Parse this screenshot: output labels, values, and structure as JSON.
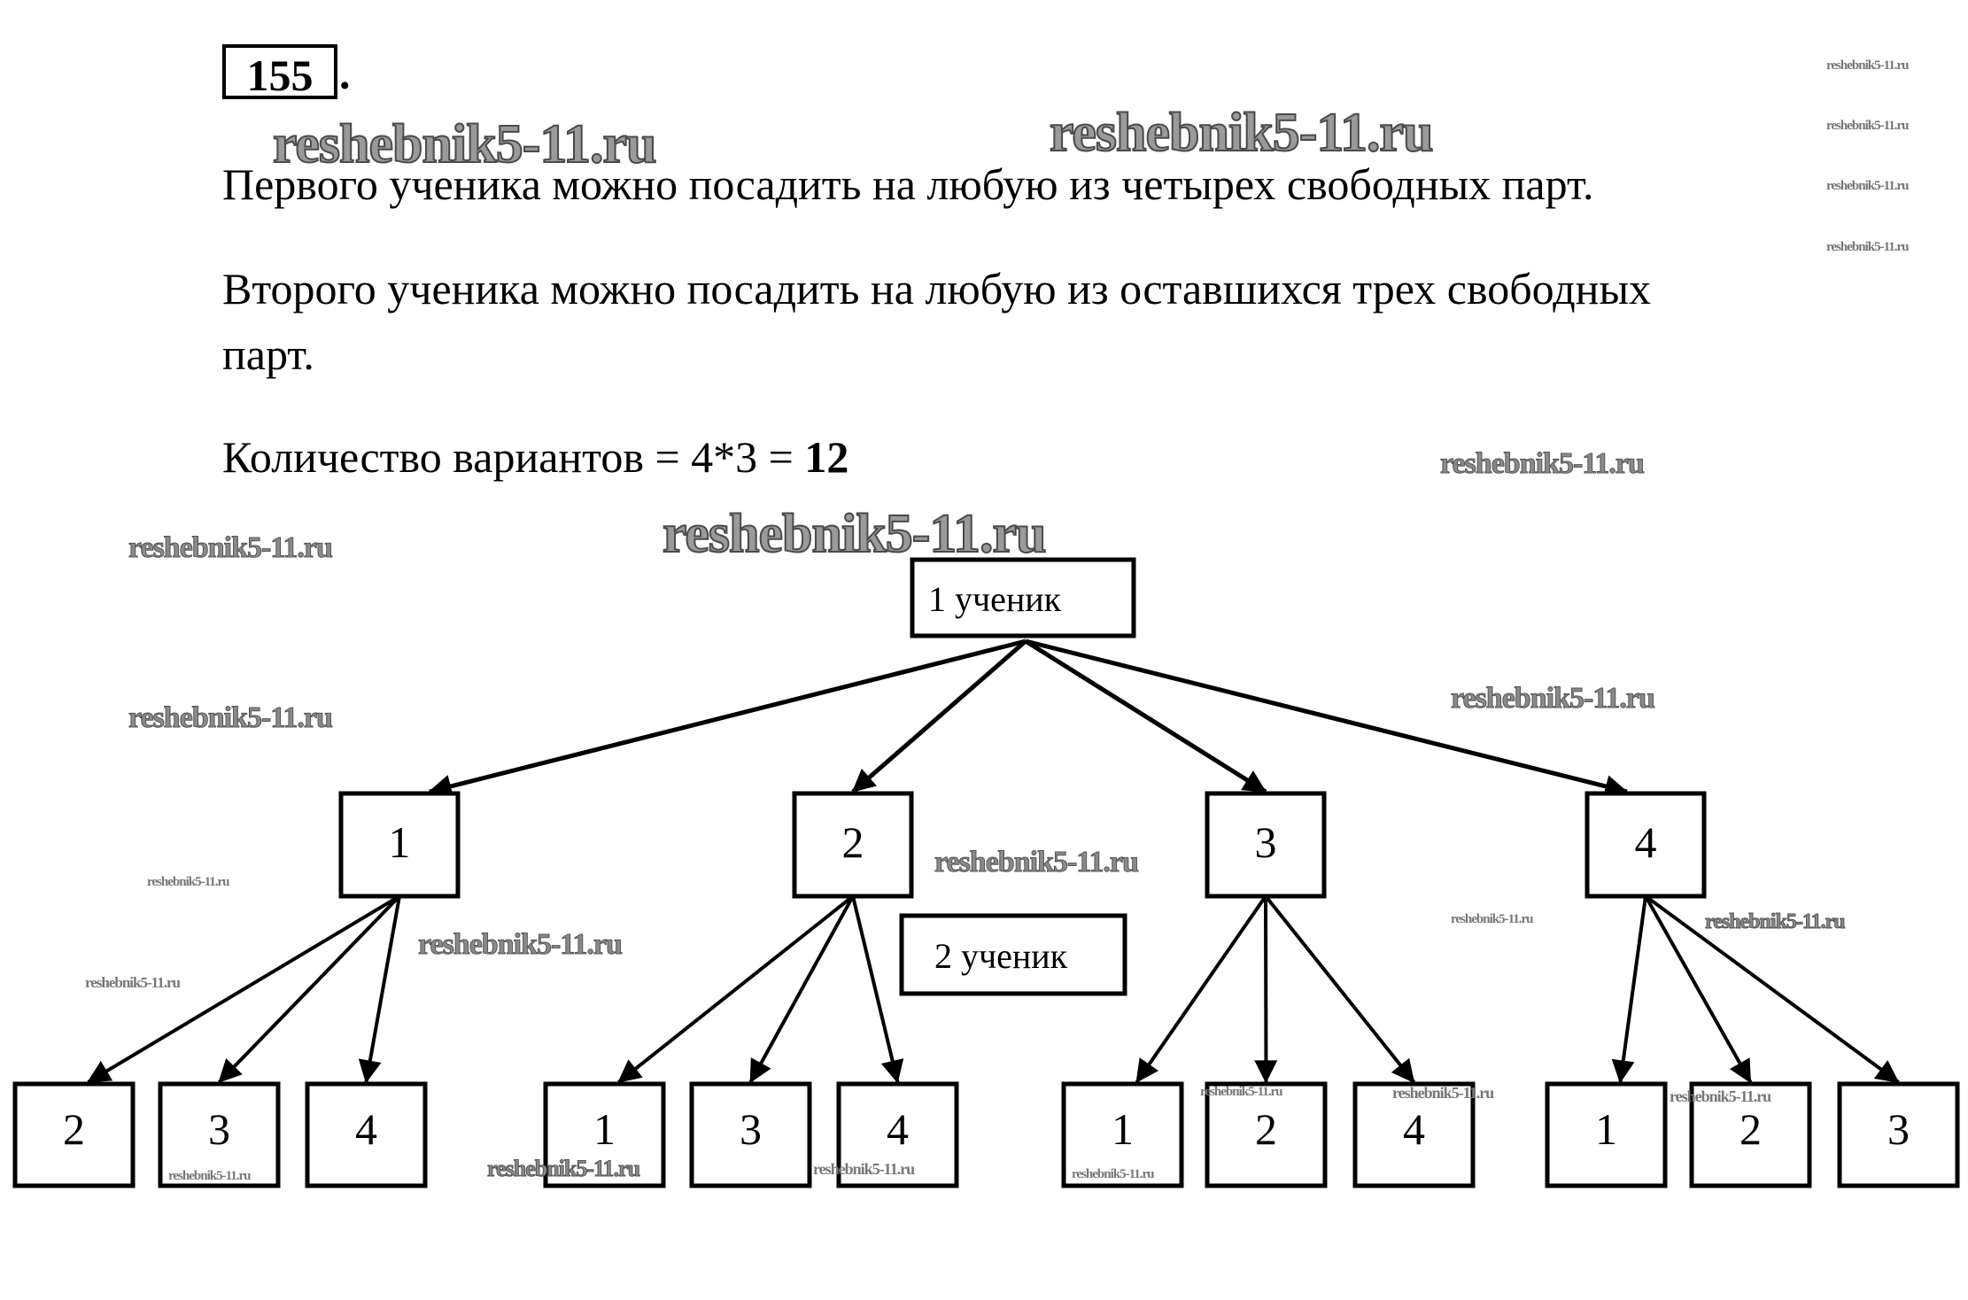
{
  "problem": {
    "number": "155",
    "number_suffix": "."
  },
  "paragraphs": {
    "p1": "Первого ученика можно посадить на любую из четырех свободных парт.",
    "p2_line1": "Второго ученика можно посадить на любую из оставшихся трех свободных",
    "p2_line2": "парт.",
    "p3_text": "Количество вариантов = 4*3 = ",
    "p3_result": "12"
  },
  "watermark": {
    "text": "reshebnik5-11.ru"
  },
  "tree": {
    "root_label": "1 ученик",
    "level2_caption": "2 ученик",
    "branches": [
      {
        "value": "1",
        "children": [
          "2",
          "3",
          "4"
        ]
      },
      {
        "value": "2",
        "children": [
          "1",
          "3",
          "4"
        ]
      },
      {
        "value": "3",
        "children": [
          "1",
          "2",
          "4"
        ]
      },
      {
        "value": "4",
        "children": [
          "1",
          "2",
          "3"
        ]
      }
    ]
  }
}
